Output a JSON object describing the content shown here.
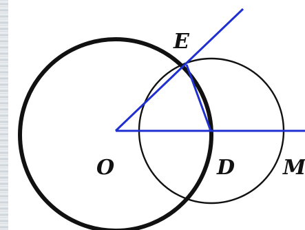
{
  "diagram": {
    "points": {
      "O": "O",
      "E": "E",
      "D": "D",
      "M": "M"
    },
    "colors": {
      "circle": "#111111",
      "construction": "#1f2fd0",
      "background": "#ffffff"
    }
  }
}
